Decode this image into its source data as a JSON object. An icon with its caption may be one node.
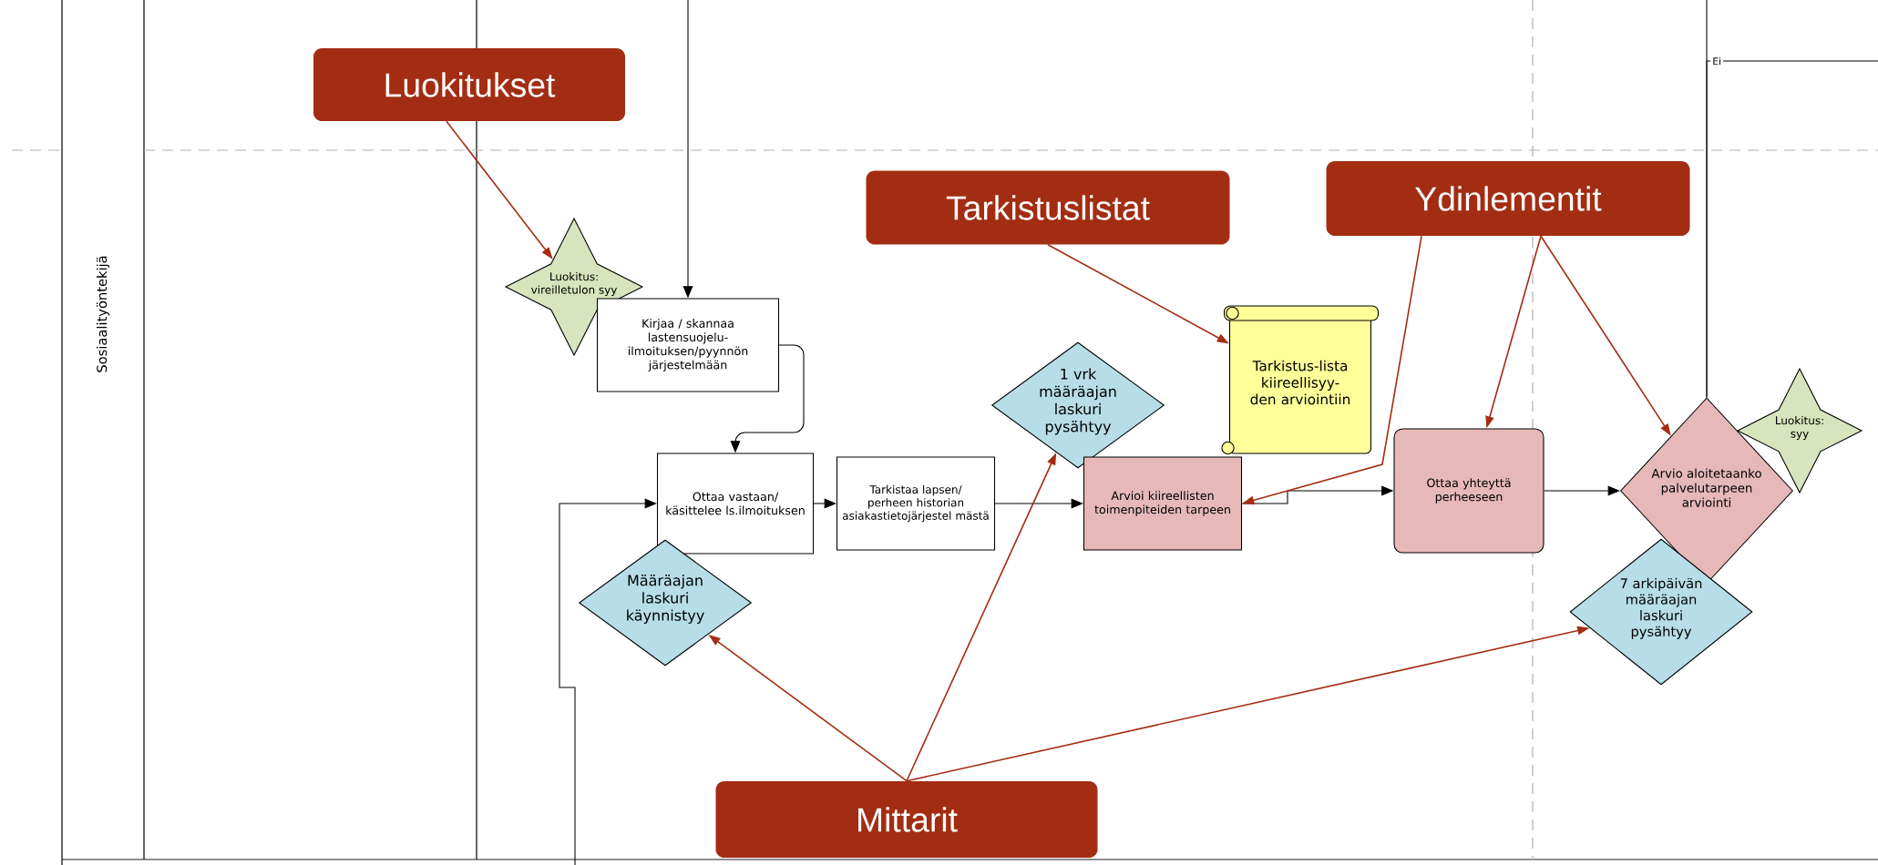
{
  "diagram": {
    "nodes": [
      {
        "text": [
          "Luokitukset"
        ]
      },
      {
        "text": [
          "Tarkistuslistat"
        ]
      },
      {
        "text": [
          "Ydinlementit"
        ]
      },
      {
        "text": [
          "Mittarit"
        ]
      },
      {
        "text": [
          "Luokitus: vireilletulon syy"
        ]
      },
      {
        "text": [
          "Kirjaa / skannaa lastensuojelu-ilmoituksen/pyynnön järjestelmään"
        ]
      },
      {
        "text": [
          "Ottaa vastaan/ käsittelee ls.ilmoituksen"
        ]
      },
      {
        "text": [
          "Tarkistaa lapsen/ perheen historian asiakastietojärjestel mästä"
        ]
      },
      {
        "text": [
          "Määräajan laskuri käynnistyy"
        ]
      },
      {
        "text": [
          "1 vrk määräajan laskuri pysähtyy"
        ]
      },
      {
        "text": [
          "Arvioi kiireellisten toimenpiteiden tarpeen"
        ]
      },
      {
        "text": [
          "Tarkistus-lista kiireellisyy-den arviointiin"
        ]
      },
      {
        "text": [
          "Ottaa yhteyttä perheeseen"
        ]
      },
      {
        "text": [
          "Arvio aloitetaanko palvelutarpeen arviointi"
        ]
      },
      {
        "text": [
          "Luokitus: syy"
        ]
      },
      {
        "text": [
          "7 arkipäivän määräajan laskuri pysähtyy"
        ]
      }
    ],
    "edges": [
      {
        "from": null,
        "to": 5,
        "arrow": "to"
      },
      {
        "from": 5,
        "to": 6,
        "arrow": "to"
      },
      {
        "from": 6,
        "to": 7,
        "arrow": "to"
      },
      {
        "from": 7,
        "to": 10,
        "arrow": "to"
      },
      {
        "from": 10,
        "to": 12,
        "arrow": "to"
      },
      {
        "from": 12,
        "to": 13,
        "arrow": "to"
      },
      {
        "from": null,
        "to": 6,
        "arrow": "to"
      },
      {
        "from": 13,
        "to": null,
        "arrow": "none"
      },
      {
        "from": 13,
        "to": null,
        "arrow": "none",
        "label": "Ei"
      },
      {
        "from": 0,
        "to": 4,
        "arrow": "to",
        "color": "#a32d12"
      },
      {
        "from": 1,
        "to": 11,
        "arrow": "to",
        "color": "#a32d12"
      },
      {
        "from": 2,
        "to": 10,
        "arrow": "to",
        "color": "#a32d12"
      },
      {
        "from": 2,
        "to": 12,
        "arrow": "to",
        "color": "#a32d12"
      },
      {
        "from": 2,
        "to": 13,
        "arrow": "to",
        "color": "#a32d12"
      },
      {
        "from": 3,
        "to": 8,
        "arrow": "to",
        "color": "#a32d12"
      },
      {
        "from": 3,
        "to": 9,
        "arrow": "to",
        "color": "#a32d12"
      },
      {
        "from": 3,
        "to": 15,
        "arrow": "to",
        "color": "#a32d12"
      }
    ],
    "labels": [
      "Sosiaalityöntekijä"
    ]
  }
}
